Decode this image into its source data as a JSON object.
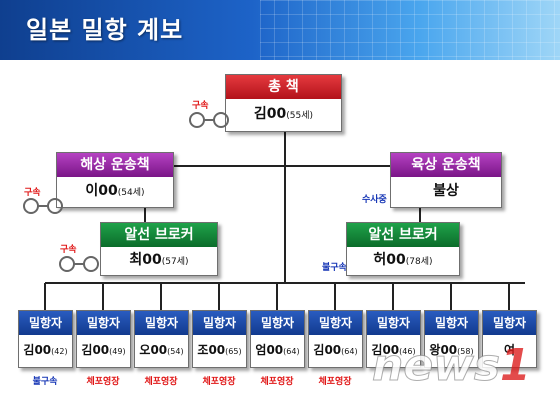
{
  "title": "일본 밀항 계보",
  "boss": {
    "role": "총    책",
    "name": "김00",
    "age": "(55세)",
    "status": "구속"
  },
  "sea": {
    "role": "해상 운송책",
    "name": "이00",
    "age": "(54세)",
    "status": "구속"
  },
  "land": {
    "role": "육상 운송책",
    "name": "불상",
    "status": "수사중"
  },
  "broker_left": {
    "role": "알선 브로커",
    "name": "최00",
    "age": "(57세)",
    "status": "구속"
  },
  "broker_right": {
    "role": "알선 브로커",
    "name": "허00",
    "age": "(78세)",
    "status": "불구속"
  },
  "workers": [
    {
      "role": "밀항자",
      "name": "김00",
      "age": "(42)",
      "status": "불구속"
    },
    {
      "role": "밀항자",
      "name": "김00",
      "age": "(49)",
      "status": "체포영장"
    },
    {
      "role": "밀항자",
      "name": "오00",
      "age": "(54)",
      "status": "체포영장"
    },
    {
      "role": "밀항자",
      "name": "조00",
      "age": "(65)",
      "status": "체포영장"
    },
    {
      "role": "밀항자",
      "name": "엄00",
      "age": "(64)",
      "status": "체포영장"
    },
    {
      "role": "밀항자",
      "name": "김00",
      "age": "(64)",
      "status": "체포영장"
    },
    {
      "role": "밀항자",
      "name": "김00",
      "age": "(46)",
      "status": ""
    },
    {
      "role": "밀항자",
      "name": "왕00",
      "age": "(58)",
      "status": ""
    },
    {
      "role": "밀항자",
      "name": "여",
      "age": "",
      "status": ""
    }
  ],
  "watermark": {
    "text": "news",
    "one": "1"
  }
}
